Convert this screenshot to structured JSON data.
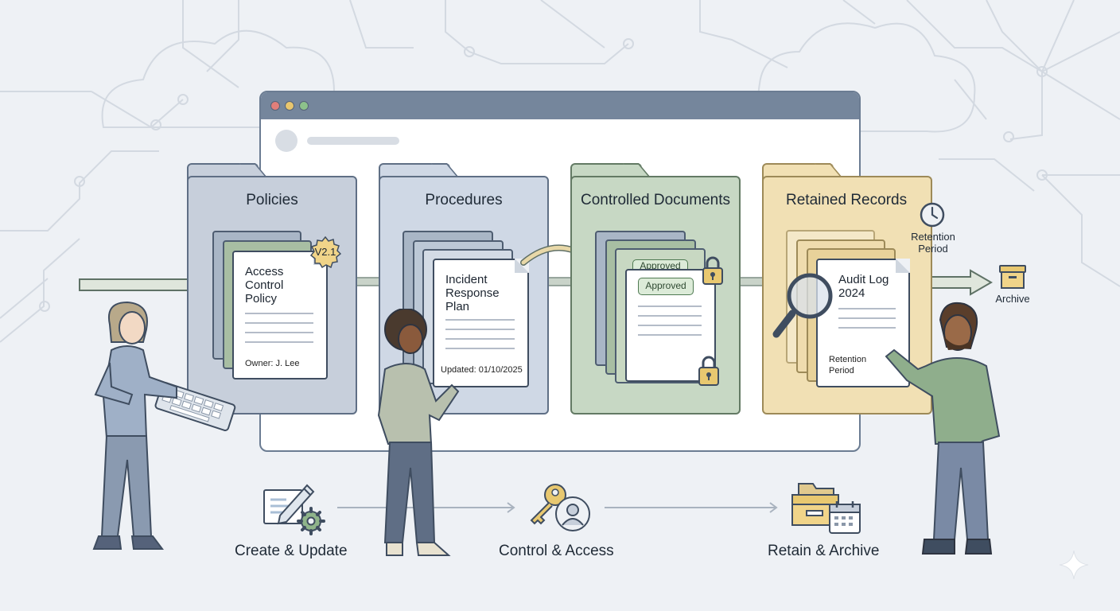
{
  "folders": {
    "policies": {
      "title": "Policies",
      "doc_title": "Access Control Policy",
      "doc_title_lines": [
        "Access",
        "Control",
        "Policy"
      ],
      "version": "V2.1",
      "owner": "Owner: J. Lee"
    },
    "procedures": {
      "title": "Procedures",
      "doc_title_lines": [
        "Incident",
        "Response",
        "Plan"
      ],
      "updated": "Updated: 01/10/2025"
    },
    "controlled": {
      "title": "Controlled Documents",
      "badge_back": "Approved",
      "badge_front": "Approved"
    },
    "retained": {
      "title": "Retained Records",
      "doc_title_lines": [
        "Audit Log",
        "2024"
      ],
      "doc_retention_lines": [
        "Retention",
        "Period"
      ],
      "retention_lines": [
        "Retention",
        "Period"
      ]
    }
  },
  "archive": {
    "label": "Archive"
  },
  "stages": [
    {
      "label": "Create & Update"
    },
    {
      "label": "Control & Access"
    },
    {
      "label": "Retain & Archive"
    }
  ],
  "colors": {
    "policies": "#c7cfdb",
    "procedures": "#cfd8e5",
    "controlled": "#c7d8c4",
    "retained": "#f1e0b4",
    "window_bar": "#75869c",
    "accent_green": "#4f7a52",
    "accent_gold": "#e8c870"
  },
  "icons": [
    "clock-icon",
    "archive-box-icon",
    "pencil-icon",
    "gear-icon",
    "key-icon",
    "user-icon",
    "file-cabinet-icon",
    "calendar-icon",
    "lock-icon",
    "magnifier-icon",
    "sparkle-icon"
  ]
}
